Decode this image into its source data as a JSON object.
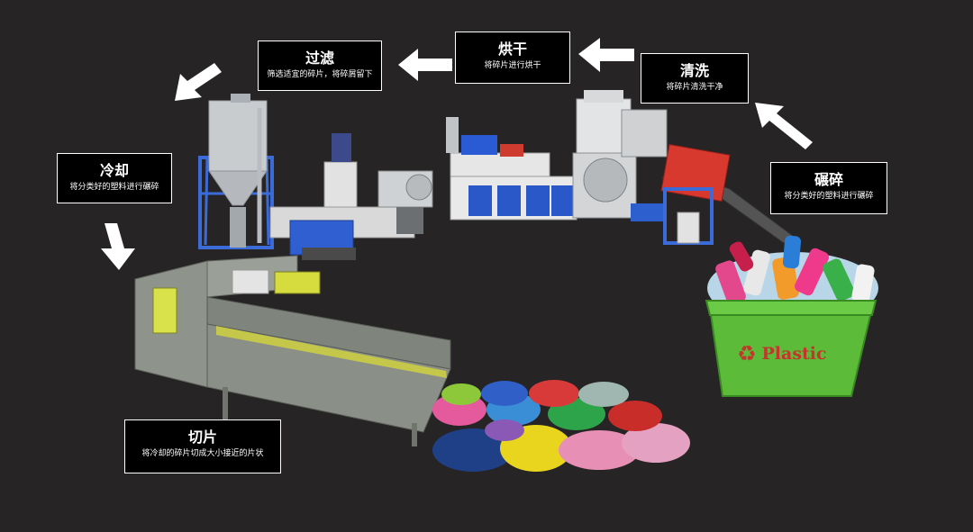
{
  "steps": {
    "crush": {
      "title": "碾碎",
      "desc": "将分类好的塑料进行碾碎"
    },
    "wash": {
      "title": "清洗",
      "desc": "将碎片清洗干净"
    },
    "dry": {
      "title": "烘干",
      "desc": "将碎片进行烘干"
    },
    "filter": {
      "title": "过滤",
      "desc": "筛选适宜的碎片，将碎屑留下"
    },
    "cool": {
      "title": "冷却",
      "desc": "将分类好的塑料进行碾碎"
    },
    "cut": {
      "title": "切片",
      "desc": "将冷却的碎片切成大小接近的片状"
    }
  },
  "bin": {
    "label": "Plastic",
    "recycle_symbol": "♻"
  },
  "colors": {
    "background": "#262424",
    "bin_green": "#5dbb3a",
    "bin_text": "#c4352b",
    "machine_blue": "#2255c4",
    "machine_grey": "#8a8f86",
    "accent_yellow": "#c8d23a"
  }
}
